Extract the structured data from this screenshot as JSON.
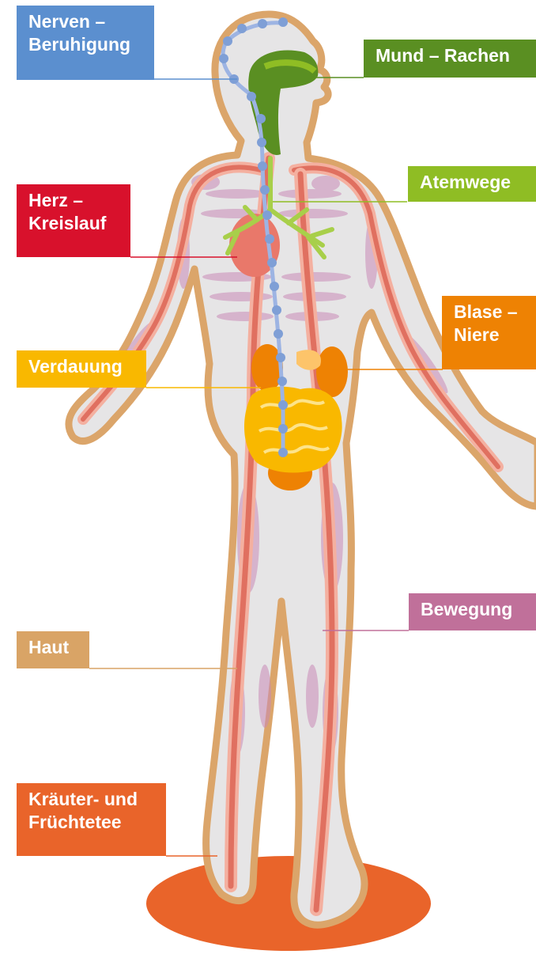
{
  "diagram": {
    "labels": [
      {
        "id": "nerven",
        "lines": [
          "Nerven –",
          "Beruhigung"
        ],
        "color": "#5b8fcf"
      },
      {
        "id": "mund",
        "lines": [
          "Mund – Rachen"
        ],
        "color": "#5a8f22"
      },
      {
        "id": "atemwege",
        "lines": [
          "Atemwege"
        ],
        "color": "#8fbd24"
      },
      {
        "id": "herz",
        "lines": [
          "Herz –",
          "Kreislauf"
        ],
        "color": "#d8112c"
      },
      {
        "id": "blase",
        "lines": [
          "Blase –",
          "Niere"
        ],
        "color": "#ee8203"
      },
      {
        "id": "verdauung",
        "lines": [
          "Verdauung"
        ],
        "color": "#f9b800"
      },
      {
        "id": "bewegung",
        "lines": [
          "Bewegung"
        ],
        "color": "#c0709a"
      },
      {
        "id": "haut",
        "lines": [
          "Haut"
        ],
        "color": "#d9a466"
      },
      {
        "id": "tee",
        "lines": [
          "Kräuter- und",
          "Früchtetee"
        ],
        "color": "#e9642a"
      }
    ]
  },
  "colors": {
    "skin_outline": "#dba56a",
    "body_fill": "#e6e5e6",
    "artery": "#e07060",
    "vessel_light": "#f4b0a0",
    "muscle": "#c98ab6",
    "nerve": "#7f9fd6",
    "platform": "#e9642a"
  }
}
